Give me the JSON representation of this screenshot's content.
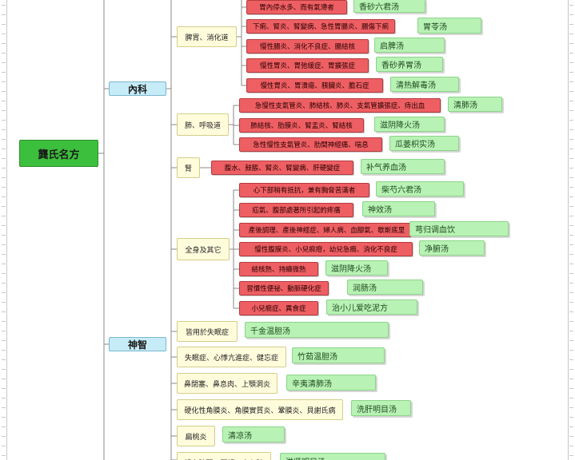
{
  "root": {
    "label": "龔氏名方"
  },
  "categories": [
    {
      "label": "內科",
      "groups": [
        {
          "label": "脾胃、消化道",
          "items": [
            {
              "label": "胃內停水多、而有氣滯者",
              "rx": "香砂六君汤"
            },
            {
              "label": "下痢、腎炎、腎變病、急性胃腸炎、腸傷下痢",
              "rx": "胃苓汤"
            },
            {
              "label": "慢性腸炎、消化不良症、腸結核",
              "rx": "启脾汤"
            },
            {
              "label": "慢性胃炎、胃弛緩症、胃擴張症",
              "rx": "香砂养胃汤"
            },
            {
              "label": "慢性胃炎、胃潰瘍、胰臟炎、膽石症",
              "rx": "清热解毒汤"
            }
          ]
        },
        {
          "label": "肺、呼吸道",
          "items": [
            {
              "label": "急慢性支氣管炎、肺結核、肺炎、支氣管擴張症、痔出血",
              "rx": "清肺汤"
            },
            {
              "label": "肺結核、肋膜炎、腎盂炎、腎結核",
              "rx": "滋阴降火汤"
            },
            {
              "label": "急性慢性支氣管炎、肋間神經痛、喘息",
              "rx": "瓜蒌枳实汤"
            }
          ]
        },
        {
          "label": "腎",
          "items": [
            {
              "label": "腹水、鼓脹、腎炎、腎變病、肝硬變症",
              "rx": "补气养血汤"
            }
          ]
        },
        {
          "label": "全身及其它",
          "items": [
            {
              "label": "心下部稍有抵抗，兼有胸脅苦滿者",
              "rx": "柴芍六君汤"
            },
            {
              "label": "疝氣、腹部處著所引起的疼痛",
              "rx": "神效汤"
            },
            {
              "label": "產後調理、產後神經症、婦人病、血腳氣、歇斯底里",
              "rx": "芎归调血饮"
            },
            {
              "label": "慢性腹膜炎、小兒痲疳，幼兒急癇、消化不良症",
              "rx": "净腑汤"
            },
            {
              "label": "結核熱、持續微熱",
              "rx": "滋阴降火汤"
            },
            {
              "label": "習慣性便祕、動脈硬化症",
              "rx": "润肠汤"
            },
            {
              "label": "小兒癇症、異食症",
              "rx": "治小儿爱吃泥方"
            }
          ]
        }
      ]
    },
    {
      "label": "神智",
      "groups": [
        {
          "label": "皆用於失眠症",
          "rx": "千金温胆汤"
        },
        {
          "label": "失眠症、心悸亢進症、健忘症",
          "rx": "竹茹温胆汤"
        }
      ]
    },
    {
      "label": "",
      "groups": [
        {
          "label": "鼻閉塞、鼻息肉、上顎洞炎",
          "rx": "辛夷清肺汤"
        },
        {
          "label": "硬化性角膜炎、角膜實質炎、鞏膜炎、貝謝氏病",
          "rx": "洗肝明目汤"
        },
        {
          "label": "扁桃炎",
          "rx": "清凉汤"
        },
        {
          "label": "視力障礙、弱視、白內障",
          "rx": "滋肾明目汤"
        }
      ]
    }
  ]
}
